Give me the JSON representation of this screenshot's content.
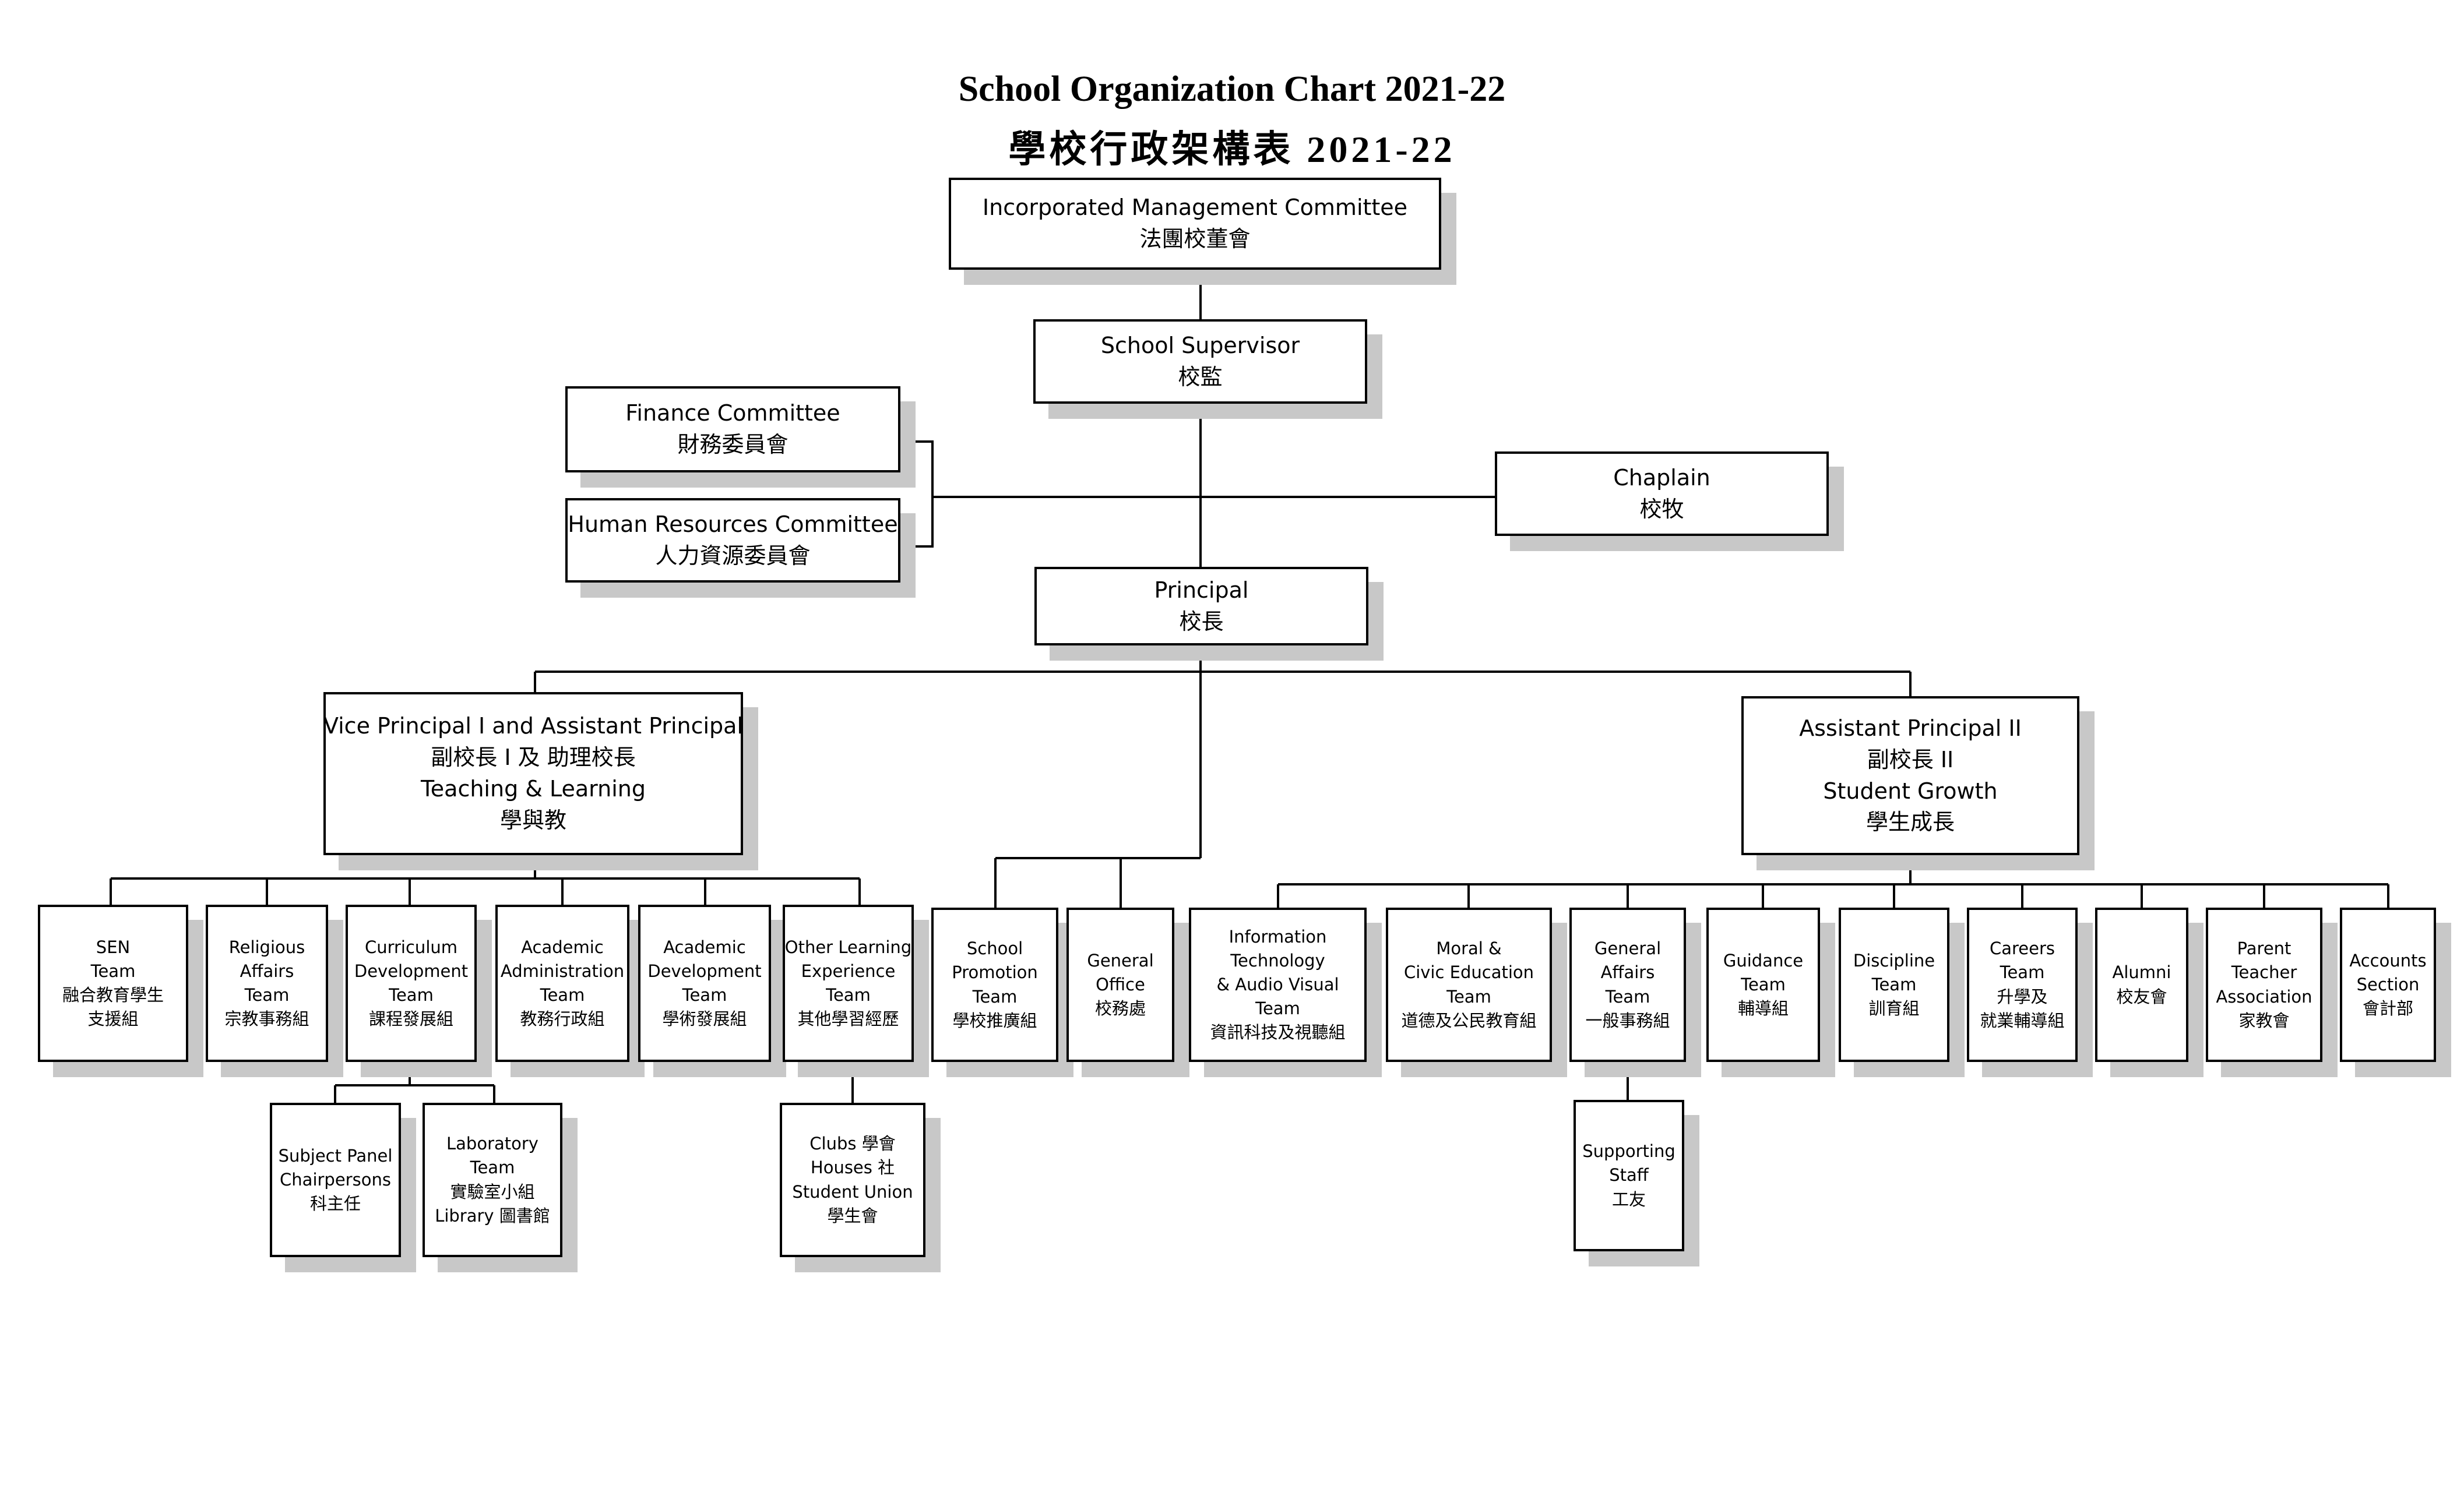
{
  "title": {
    "en": "School Organization Chart 2021-22",
    "zh": "學校行政架構表  2021-22"
  },
  "nodes": {
    "imc": [
      "Incorporated Management Committee",
      "法團校董會"
    ],
    "supervisor": [
      "School Supervisor",
      "校監"
    ],
    "finance": [
      "Finance Committee",
      "財務委員會"
    ],
    "hr": [
      "Human Resources Committee",
      "人力資源委員會"
    ],
    "chaplain": [
      "Chaplain",
      "校牧"
    ],
    "principal": [
      "Principal",
      "校長"
    ],
    "vp1": [
      "Vice Principal I and Assistant Principal",
      "副校長 I 及 助理校長",
      "Teaching & Learning",
      "學與教"
    ],
    "ap2": [
      "Assistant Principal II",
      "副校長 II",
      "Student Growth",
      "學生成長"
    ],
    "sen": [
      "SEN",
      "Team",
      "融合教育學生",
      "支援組"
    ],
    "religious": [
      "Religious",
      "Affairs",
      "Team",
      "宗教事務組"
    ],
    "curriculum": [
      "Curriculum",
      "Development",
      "Team",
      "課程發展組"
    ],
    "acad_admin": [
      "Academic",
      "Administration",
      "Team",
      "教務行政組"
    ],
    "acad_dev": [
      "Academic",
      "Development",
      "Team",
      "學術發展組"
    ],
    "ole": [
      "Other Learning",
      "Experience",
      "Team",
      "其他學習經歷"
    ],
    "promotion": [
      "School",
      "Promotion",
      "Team",
      "學校推廣組"
    ],
    "office": [
      "General",
      "Office",
      "校務處"
    ],
    "itav": [
      "Information",
      "Technology",
      "& Audio Visual",
      "Team",
      "資訊科技及視聽組"
    ],
    "moral": [
      "Moral &",
      "Civic Education",
      "Team",
      "道德及公民教育組"
    ],
    "gen_affairs": [
      "General",
      "Affairs",
      "Team",
      "一般事務組"
    ],
    "guidance": [
      "Guidance",
      "Team",
      "輔導組"
    ],
    "discipline": [
      "Discipline",
      "Team",
      "訓育組"
    ],
    "careers": [
      "Careers",
      "Team",
      "升學及",
      "就業輔導組"
    ],
    "alumni": [
      "Alumni",
      "校友會"
    ],
    "pta": [
      "Parent",
      "Teacher",
      "Association",
      "家教會"
    ],
    "accounts": [
      "Accounts",
      "Section",
      "會計部"
    ],
    "subject_panel": [
      "Subject Panel",
      "Chairpersons",
      "科主任"
    ],
    "lab": [
      "Laboratory",
      "Team",
      "實驗室小組",
      "Library 圖書館"
    ],
    "clubs": [
      "Clubs 學會",
      "Houses 社",
      "Student Union",
      "學生會"
    ],
    "support_staff": [
      "Supporting",
      "Staff",
      "工友"
    ]
  }
}
